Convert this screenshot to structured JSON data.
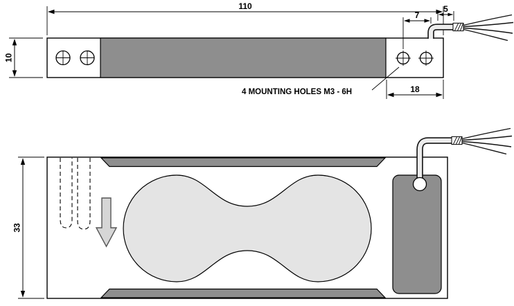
{
  "drawing": {
    "dimensions": {
      "overall_length": "110",
      "end_height": "10",
      "cable_offset": "7",
      "cable_stub": "5",
      "mount_block_width": "18",
      "body_width": "33"
    },
    "labels": {
      "mounting_holes": "4 MOUNTING HOLES  M3 - 6H"
    },
    "colors": {
      "dark_gray": "#8e8e8e",
      "light_gray": "#e4e4e4",
      "arrow_gray": "#d6d6d6"
    }
  }
}
